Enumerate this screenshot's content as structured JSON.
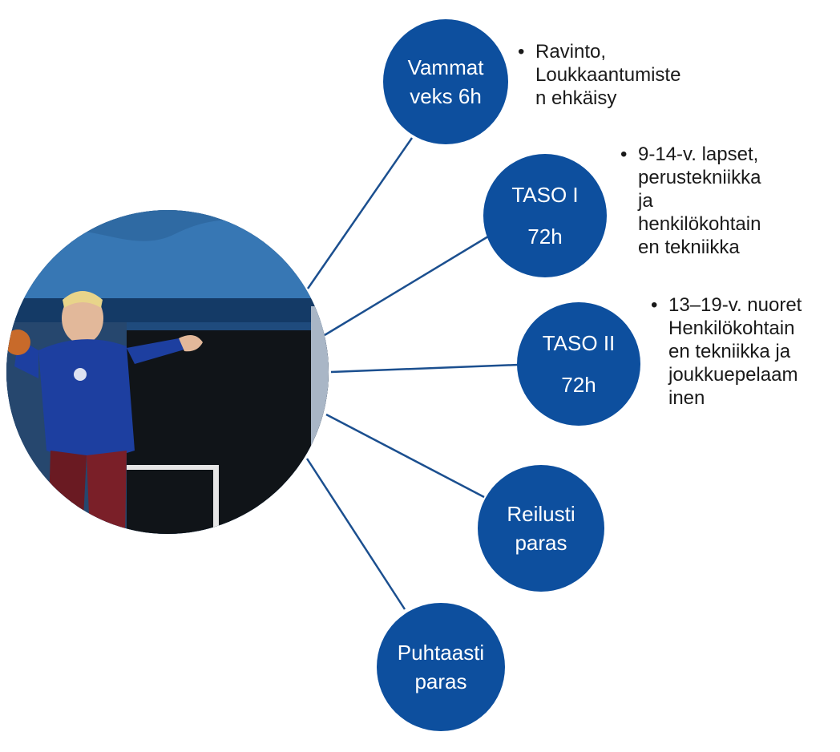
{
  "diagram": {
    "center": {
      "image": "handball-player-photo"
    },
    "nodes": [
      {
        "id": "vammat",
        "lines": [
          "Vammat",
          "veks 6h"
        ]
      },
      {
        "id": "taso1",
        "lines": [
          "TASO I",
          "72h"
        ]
      },
      {
        "id": "taso2",
        "lines": [
          "TASO II",
          "72h"
        ]
      },
      {
        "id": "reilusti",
        "lines": [
          "Reilusti",
          "paras"
        ]
      },
      {
        "id": "puhtaasti",
        "lines": [
          "Puhtaasti",
          "paras"
        ]
      }
    ],
    "notes": [
      {
        "for": "vammat",
        "text": "Ravinto,\nLoukkaantumiste\nn ehkäisy"
      },
      {
        "for": "taso1",
        "text": "9-14-v. lapset,\nperustekniikka\nja\nhenkilökohtain\nen tekniikka"
      },
      {
        "for": "taso2",
        "text": "13–19-v. nuoret\nHenkilökohtain\nen tekniikka ja\njoukkuepelaam\ninen"
      }
    ],
    "colors": {
      "node": "#0D4F9E",
      "line": "#1B4F8F",
      "text": "#1a1a1a"
    }
  }
}
